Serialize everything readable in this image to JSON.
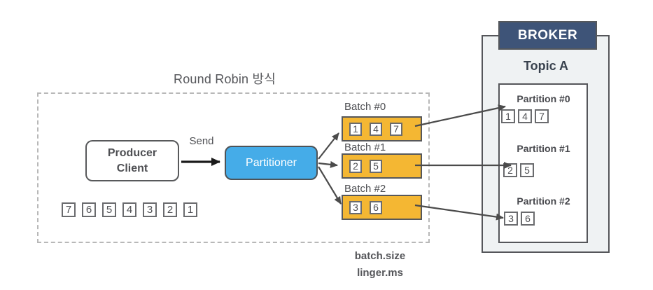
{
  "title": "Round Robin 방식",
  "producer": {
    "line1": "Producer",
    "line2": "Client",
    "send_label": "Send"
  },
  "partitioner": {
    "label": "Partitioner"
  },
  "queue": {
    "items": [
      "7",
      "6",
      "5",
      "4",
      "3",
      "2",
      "1"
    ]
  },
  "batches": [
    {
      "label": "Batch #0",
      "items": [
        "1",
        "4",
        "7"
      ]
    },
    {
      "label": "Batch #1",
      "items": [
        "2",
        "5"
      ]
    },
    {
      "label": "Batch #2",
      "items": [
        "3",
        "6"
      ]
    }
  ],
  "config": {
    "batch_size": "batch.size",
    "linger_ms": "linger.ms"
  },
  "broker": {
    "label": "BROKER",
    "topic": "Topic A",
    "partitions": [
      {
        "label": "Partition #0",
        "items": [
          "1",
          "4",
          "7"
        ]
      },
      {
        "label": "Partition #1",
        "items": [
          "2",
          "5"
        ]
      },
      {
        "label": "Partition #2",
        "items": [
          "3",
          "6"
        ]
      }
    ]
  },
  "colors": {
    "batch_fill": "#F4B733",
    "partitioner_fill": "#45ACE8",
    "broker_header_fill": "#3E5478",
    "broker_fill": "#EFF2F3",
    "border_dark": "#58595B",
    "text_dark": "#4E4F53",
    "arrow_gray": "#4B4B4B",
    "arrow_black": "#1A1A1A"
  }
}
